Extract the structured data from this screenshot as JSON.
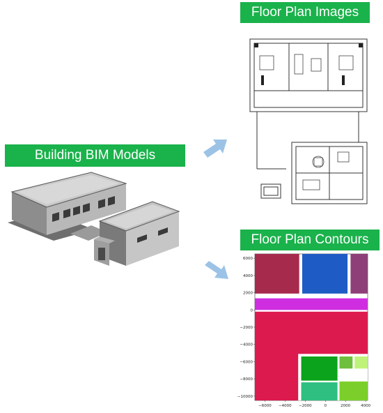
{
  "labels": {
    "bim_models": "Building BIM Models",
    "floor_plan_images": "Floor Plan Images",
    "floor_plan_contours": "Floor Plan Contours"
  },
  "colors": {
    "banner": "#1ab24b",
    "arrow": "#9cc3e6"
  },
  "chart_data": {
    "type": "area",
    "title": "",
    "xlabel": "",
    "ylabel": "",
    "xlim": [
      -7000,
      4200
    ],
    "ylim": [
      -10500,
      6500
    ],
    "x_ticks": [
      "−6000",
      "−4000",
      "−2000",
      "0",
      "2000",
      "4000"
    ],
    "y_ticks": [
      "6000",
      "4000",
      "2000",
      "0",
      "−2000",
      "−4000",
      "−6000",
      "−8000",
      "−10000"
    ],
    "x_tick_values": [
      -6000,
      -4000,
      -2000,
      0,
      2000,
      4000
    ],
    "y_tick_values": [
      6000,
      4000,
      2000,
      0,
      -2000,
      -4000,
      -6000,
      -8000,
      -10000
    ],
    "grid": false,
    "regions": [
      {
        "x0": -7000,
        "x1": -2600,
        "y0": 1900,
        "y1": 6500,
        "color": "#a62a4c"
      },
      {
        "x0": -2300,
        "x1": 2200,
        "y0": 1900,
        "y1": 6500,
        "color": "#1f5bc4"
      },
      {
        "x0": 2500,
        "x1": 4200,
        "y0": 1900,
        "y1": 6500,
        "color": "#8e3f77"
      },
      {
        "x0": -7000,
        "x1": 4200,
        "y0": 0,
        "y1": 1350,
        "color": "#cf2ee0"
      },
      {
        "x0": -7000,
        "x1": 4200,
        "y0": -10500,
        "y1": -200,
        "color": "#dc1a4e"
      },
      {
        "x0": -2700,
        "x1": 4200,
        "y0": -10500,
        "y1": -5100,
        "color": "#ffffff"
      },
      {
        "x0": -2400,
        "x1": 1200,
        "y0": -8200,
        "y1": -5400,
        "color": "#0aa31b"
      },
      {
        "x0": 1400,
        "x1": 2700,
        "y0": -6800,
        "y1": -5400,
        "color": "#6dbf3c"
      },
      {
        "x0": 2900,
        "x1": 4200,
        "y0": -6800,
        "y1": -5400,
        "color": "#bff27a"
      },
      {
        "x0": -2400,
        "x1": 1200,
        "y0": -10500,
        "y1": -8400,
        "color": "#2fbf80"
      },
      {
        "x0": 1400,
        "x1": 4200,
        "y0": -10500,
        "y1": -8300,
        "color": "#7ccf2a"
      }
    ]
  }
}
